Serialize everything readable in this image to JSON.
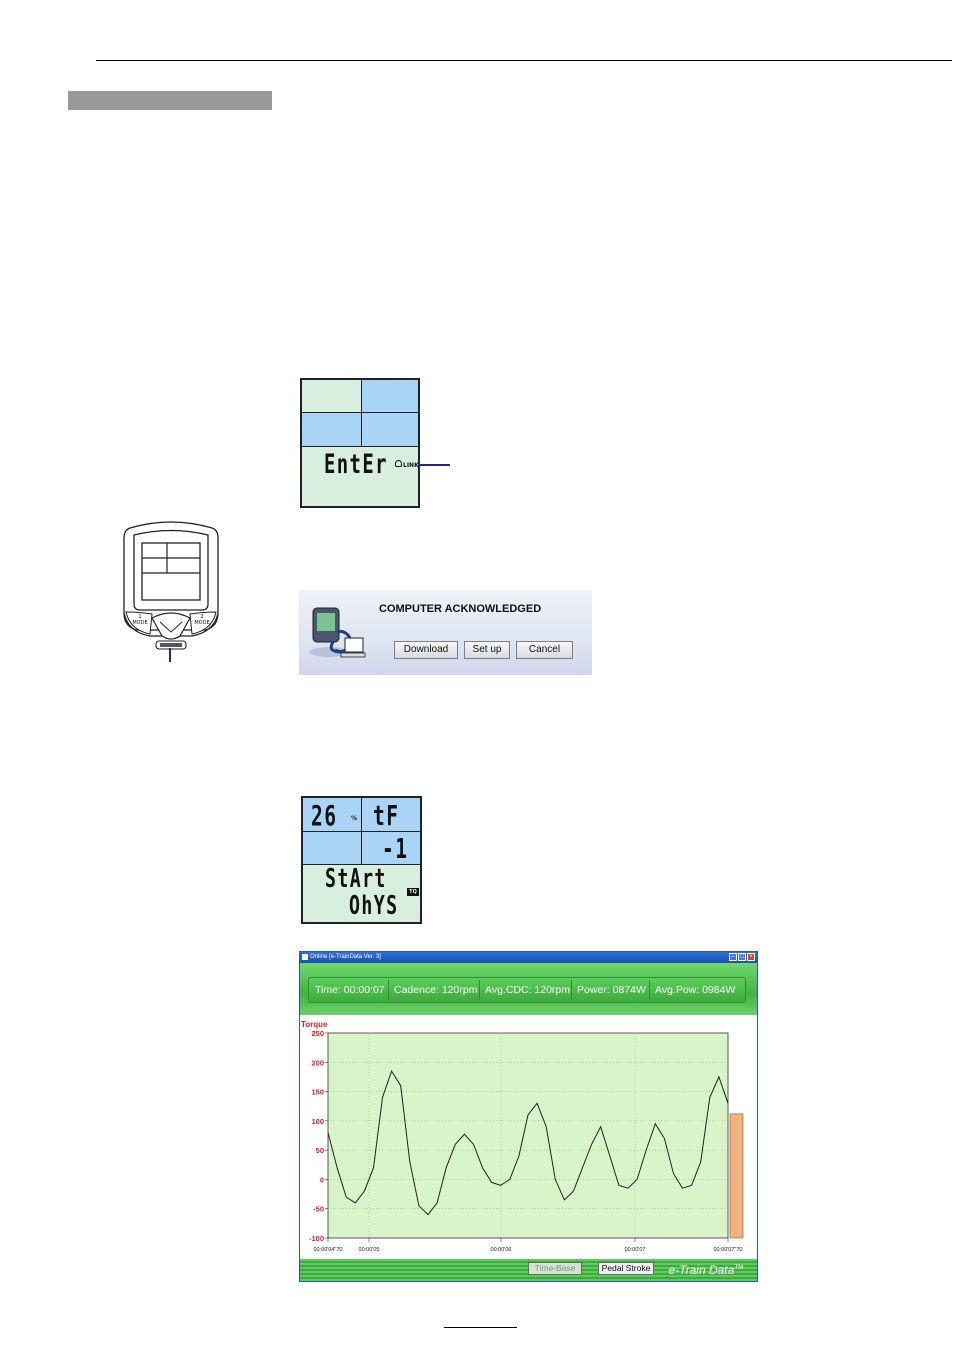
{
  "lcd1": {
    "main_text": "EntEr",
    "link_label": "LINK"
  },
  "device": {
    "mode1_label": "1\nMODE",
    "mode2_label": "2\nMODE"
  },
  "dialog": {
    "title": "COMPUTER ACKNOWLEDGED",
    "buttons": [
      "Download",
      "Set up",
      "Cancel"
    ]
  },
  "lcd2": {
    "top_left_value": "26",
    "top_left_unit": "%",
    "top_right": "tF",
    "mid_right": "-1",
    "line1": "StArt",
    "line2": "OhYS",
    "badge": "TQ"
  },
  "app": {
    "window_title": "Online [e-TrainData Ver. 3]",
    "stats": [
      "Time: 00:00:07",
      "Cadence: 120rpm",
      "Avg.CDC: 120rpm",
      "Power: 0874W",
      "Avg.Pow: 0984W"
    ],
    "footer_buttons": [
      "Time-Base",
      "Pedal Stroke"
    ],
    "brand": "e-Train Data",
    "brand_mark": "TM"
  },
  "chart_data": {
    "type": "line",
    "ylabel": "Torque",
    "ylim": [
      -100,
      250
    ],
    "yticks": [
      250,
      200,
      150,
      100,
      50,
      0,
      -50,
      -100
    ],
    "xtick_labels": [
      "00:00'04\"70",
      "00:00'05",
      "00:00'06",
      "00:00'07",
      "00:00'07\"70"
    ],
    "grid": true,
    "series": [
      {
        "values": [
          80,
          20,
          -30,
          -40,
          -20,
          20,
          140,
          185,
          160,
          30,
          -45,
          -60,
          -40,
          20,
          60,
          77,
          60,
          20,
          -5,
          -10,
          0,
          40,
          110,
          130,
          90,
          0,
          -35,
          -20,
          20,
          60,
          90,
          40,
          -10,
          -15,
          0,
          50,
          95,
          70,
          10,
          -15,
          -10,
          30,
          140,
          175,
          130
        ]
      }
    ],
    "current_bar_value": 112,
    "colors": {
      "plot_bg": "#d7f5c8",
      "line": "#222222",
      "bar": "#f2b27f",
      "axis_labels": "#d42020"
    }
  }
}
